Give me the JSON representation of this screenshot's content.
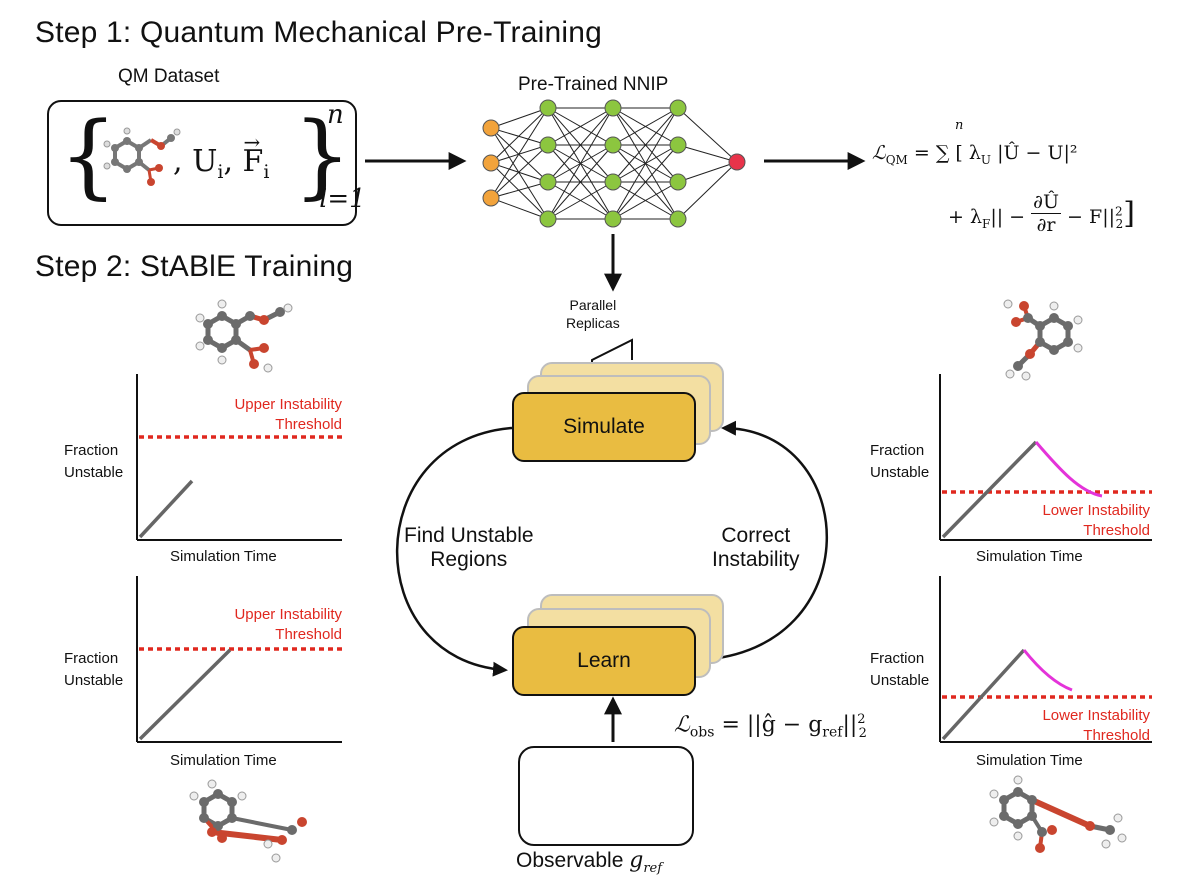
{
  "step1": {
    "title": "Step 1: Quantum Mechanical Pre-Training"
  },
  "step2": {
    "title": "Step 2: StABlE Training"
  },
  "qm_dataset": {
    "label": "QM Dataset",
    "set_body": ", U",
    "sub_i": "i",
    "sep": ", ",
    "force": "F",
    "sup_n": "n",
    "sub_i1": "i=1"
  },
  "nnip": {
    "label": "Pre-Trained NNIP"
  },
  "qm_loss": {
    "lhs": "ℒ",
    "lhs_sub": "QM",
    "line1": "= ∑ [ λ",
    "line1_sub": "U",
    "line1_rest": " |Û",
    "line1_rest2": " − U",
    "line1_end": "|²",
    "sum_top": "n",
    "line2": "+ λ",
    "line2_sub": "F",
    "line2_rest": "|| − ",
    "frac_num": "∂Û",
    "frac_den": "∂r",
    "line2_end": " − F",
    "line2_close": "||",
    "norm_sup": "2",
    "norm_sub": "2",
    "bracket_close": "]"
  },
  "replicas": {
    "label_l1": "Parallel",
    "label_l2": "Replicas"
  },
  "simulate": {
    "label": "Simulate"
  },
  "learn": {
    "label": "Learn"
  },
  "find_unstable": {
    "l1": "Find Unstable",
    "l2": "Regions"
  },
  "correct": {
    "l1": "Correct",
    "l2": "Instability"
  },
  "obs_loss": {
    "lhs": "ℒ",
    "lhs_sub": "obs",
    "rhs": "= ||ĝ − g",
    "rhs_sub": "ref",
    "rhs_end": "||"
  },
  "observable": {
    "label": "Observable",
    "sym": "g",
    "sym_sub": "ref"
  },
  "plots": {
    "y_l1": "Fraction",
    "y_l2": "Unstable",
    "x": "Simulation Time",
    "upper_l1": "Upper Instability",
    "upper_l2": "Threshold",
    "lower_l1": "Lower Instability",
    "lower_l2": "Threshold"
  },
  "colors": {
    "input_node": "#f2a33b",
    "hidden_node": "#8cc63f",
    "output_node": "#e8334a",
    "threshold": "#e0281f",
    "decay": "#e433d9",
    "card": "#e9bc41",
    "card_back": "#f3dfa2"
  }
}
